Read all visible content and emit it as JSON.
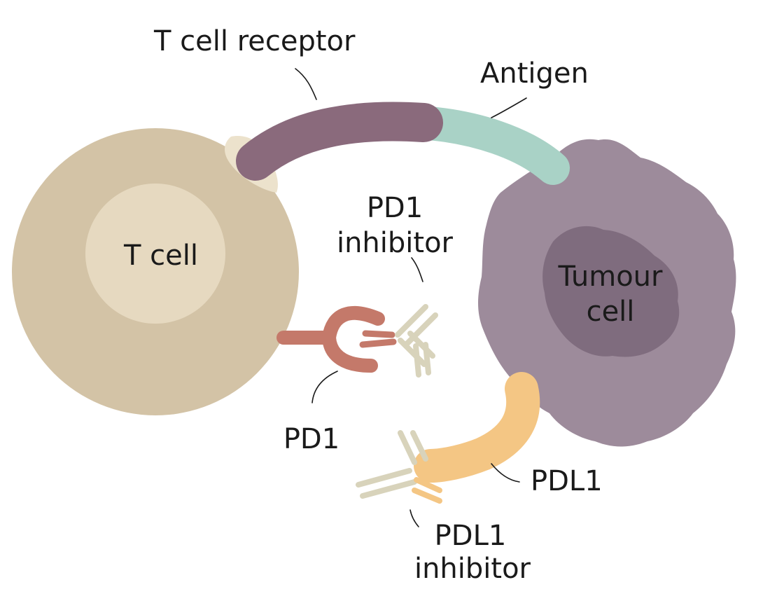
{
  "labels": {
    "t_cell_receptor": "T cell receptor",
    "antigen": "Antigen",
    "t_cell": "T cell",
    "pd1_inhibitor_line1": "PD1",
    "pd1_inhibitor_line2": "inhibitor",
    "tumour_cell_line1": "Tumour",
    "tumour_cell_line2": "cell",
    "pd1": "PD1",
    "pdl1": "PDL1",
    "pdl1_inhibitor_line1": "PDL1",
    "pdl1_inhibitor_line2": "inhibitor"
  },
  "colors": {
    "background": "#ffffff",
    "t_cell_outer": "#d3c3a6",
    "t_cell_inner": "#e6d9c0",
    "t_cell_receptor_base": "#ece2cc",
    "t_cell_receptor": "#8a6a7c",
    "antigen": "#a9d2c6",
    "tumour_cell": "#9d8b9b",
    "tumour_nucleus": "#7f6c7e",
    "pd1": "#c4796a",
    "pdl1": "#f4c684",
    "inhibitor_antibody": "#d8d3bb",
    "text": "#1a1a1a"
  }
}
